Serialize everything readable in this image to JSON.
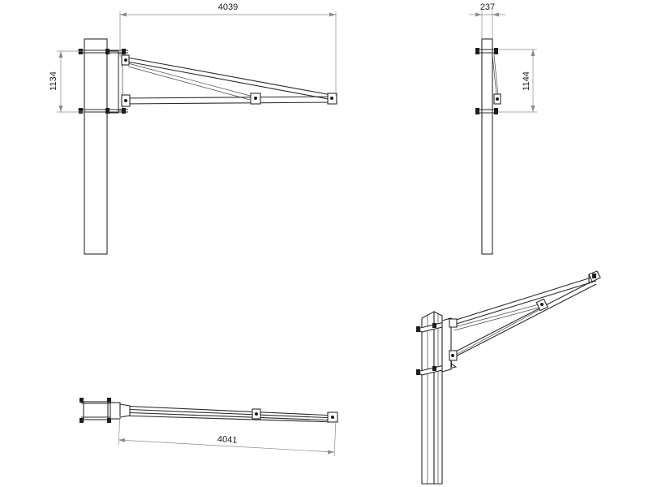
{
  "views": {
    "front": {
      "dim_horizontal": "4039",
      "dim_vertical": "1134"
    },
    "side": {
      "dim_width": "237",
      "dim_vertical": "1144"
    },
    "top": {
      "dim_horizontal": "4041"
    }
  }
}
